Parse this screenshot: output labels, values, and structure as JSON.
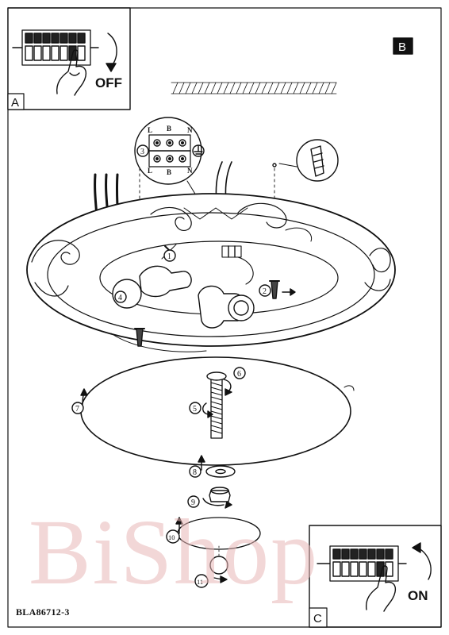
{
  "panels": {
    "a": {
      "letter": "A",
      "switch_label": "OFF"
    },
    "b": {
      "letter": "B"
    },
    "c": {
      "letter": "C",
      "switch_label": "ON"
    }
  },
  "terminal": {
    "top_labels": [
      "L",
      "B",
      "N"
    ],
    "bottom_labels": [
      "L",
      "B",
      "N"
    ]
  },
  "steps": [
    "1",
    "2",
    "3",
    "4",
    "5",
    "6",
    "7",
    "8",
    "9",
    "10",
    "11"
  ],
  "footer_code": "BLA86712-3",
  "watermark": "BiShop",
  "colors": {
    "ink": "#111111",
    "watermark": "#e9b7b7",
    "paper": "#ffffff"
  }
}
